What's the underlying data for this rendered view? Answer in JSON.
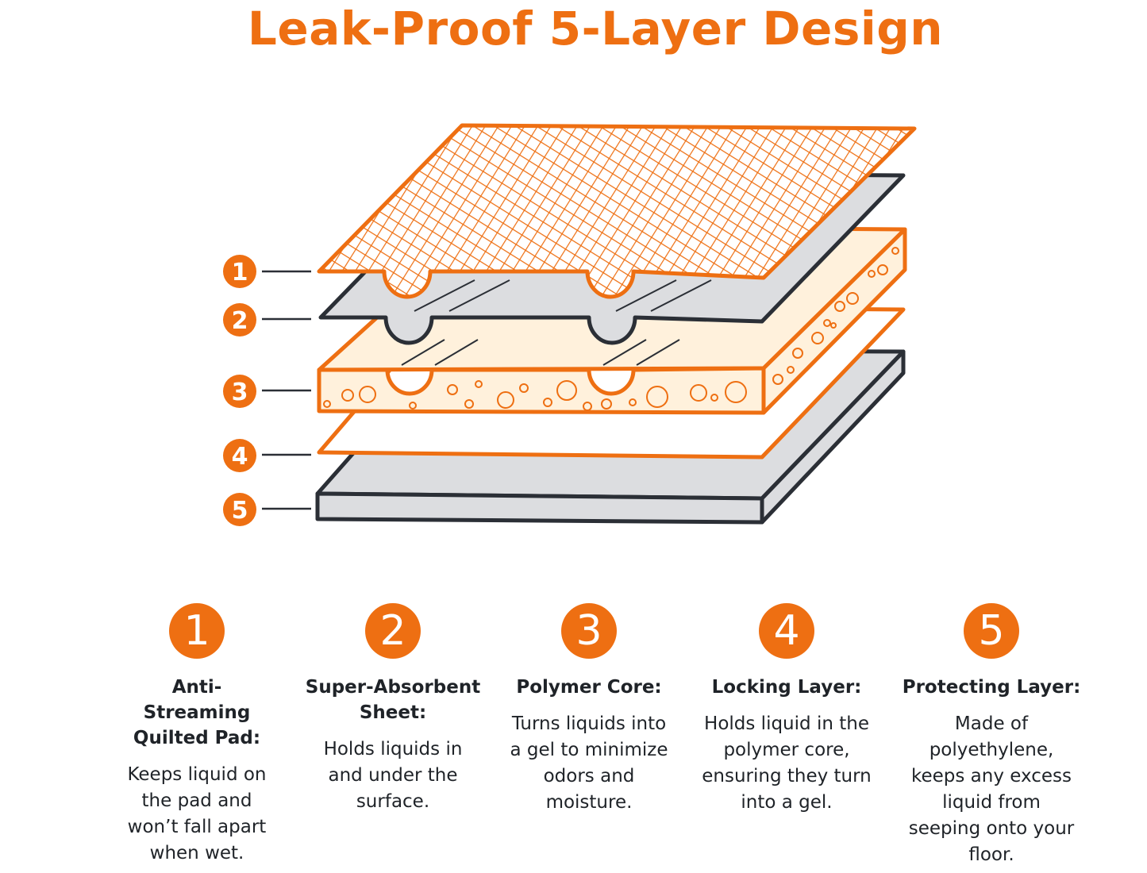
{
  "title": "Leak-Proof 5-Layer Design",
  "colors": {
    "accent": "#EE6F12",
    "outline": "#2B2F36",
    "gray_layer": "#DCDDE0",
    "cream_layer": "#FFF1DC",
    "white": "#FFFFFF"
  },
  "diagram": {
    "markers": [
      "1",
      "2",
      "3",
      "4",
      "5"
    ]
  },
  "layers": [
    {
      "number": "1",
      "title": "Anti-Streaming Quilted Pad:",
      "description": "Keeps liquid on the pad and won’t fall apart when wet."
    },
    {
      "number": "2",
      "title": "Super-Absorbent Sheet:",
      "description": "Holds liquids in and under the surface."
    },
    {
      "number": "3",
      "title": "Polymer Core:",
      "description": "Turns liquids into a gel to minimize odors and moisture."
    },
    {
      "number": "4",
      "title": "Locking Layer:",
      "description": "Holds liquid in the polymer core, ensuring they turn into a gel."
    },
    {
      "number": "5",
      "title": "Protecting Layer:",
      "description": "Made of polyethylene, keeps any excess liquid from seeping onto your floor."
    }
  ]
}
